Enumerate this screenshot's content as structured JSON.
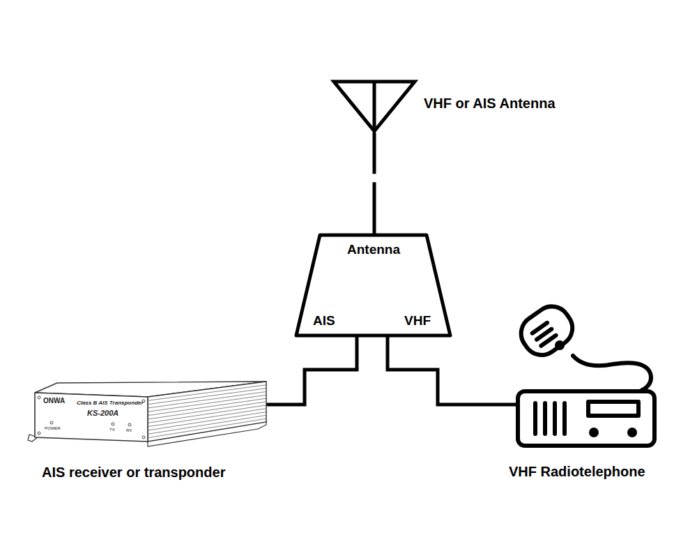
{
  "diagram": {
    "nodes": [
      {
        "text": [
          "VHF or AIS Antenna"
        ]
      },
      {
        "text": [
          "Antenna",
          "AIS",
          "VHF"
        ]
      },
      {
        "text": [
          "AIS receiver or transponder"
        ]
      },
      {
        "text": [
          "VHF Radiotelephone"
        ]
      }
    ],
    "edges": [
      {
        "from": 0,
        "to": 1,
        "arrow": "none"
      },
      {
        "from": 1,
        "to": 2,
        "arrow": "none"
      },
      {
        "from": 1,
        "to": 3,
        "arrow": "none"
      }
    ],
    "labels": [
      "ONWA",
      "Class B AIS Transponder",
      "KS-200A",
      "POWER",
      "TX",
      "RX"
    ]
  }
}
